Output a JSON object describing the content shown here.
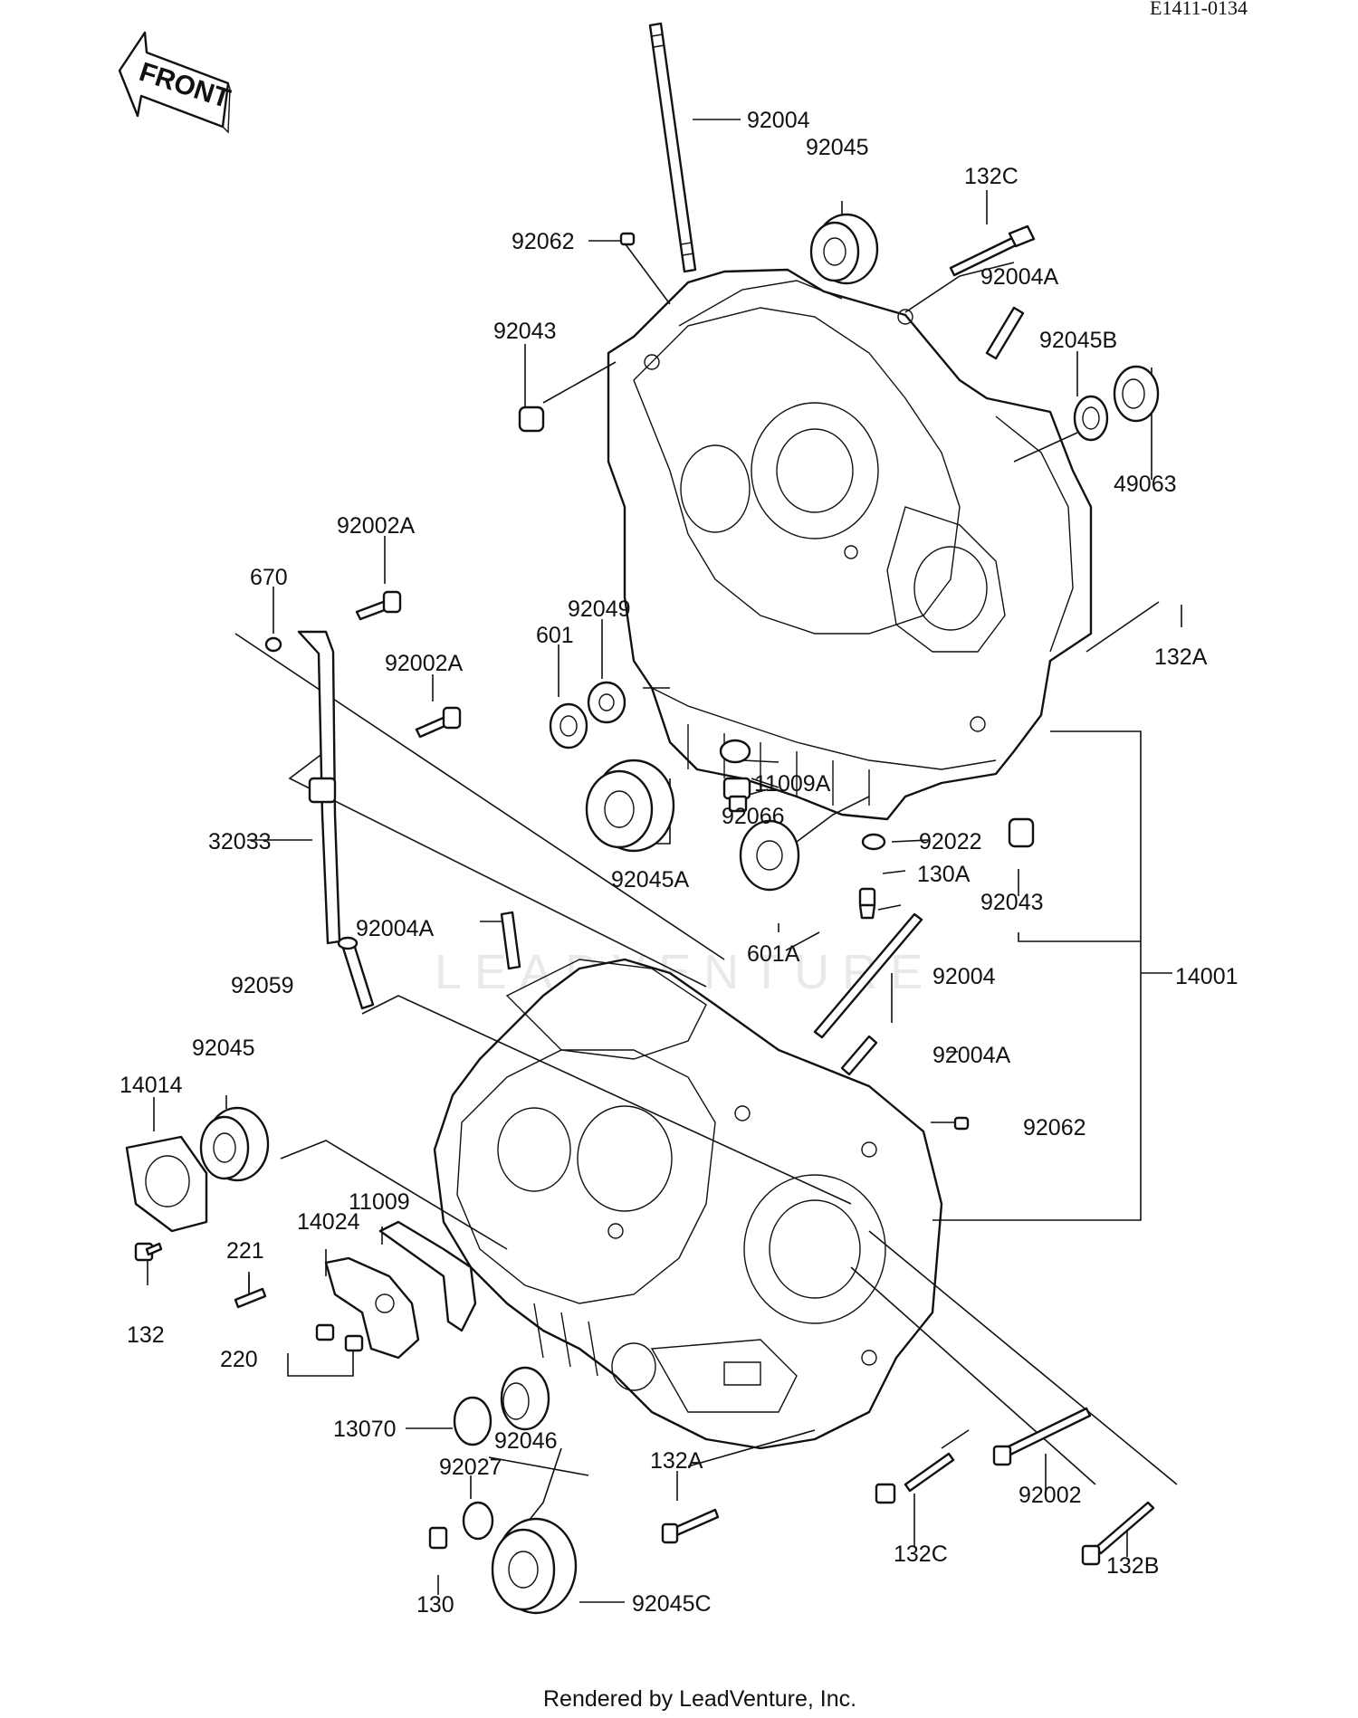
{
  "diagram_code": "E1411-0134",
  "front_label": "FRONT",
  "footer": "Rendered by LeadVenture, Inc.",
  "watermark": "LEADVENTURE",
  "callouts": {
    "c92004_top": "92004",
    "c92045_top": "92045",
    "c132C_top": "132C",
    "c92062_top": "92062",
    "c92004A_top": "92004A",
    "c92043_top": "92043",
    "c92045B": "92045B",
    "c49063": "49063",
    "c92002A_1": "92002A",
    "c670": "670",
    "c92049": "92049",
    "c601": "601",
    "c92002A_2": "92002A",
    "c132A_right": "132A",
    "c11009A": "11009A",
    "c92066": "92066",
    "c32033": "32033",
    "c92022": "92022",
    "c92045A": "92045A",
    "c130A": "130A",
    "c92043_mid": "92043",
    "c601A": "601A",
    "c92004A_mid": "92004A",
    "c92004_mid": "92004",
    "c14001": "14001",
    "c92059": "92059",
    "c92045_left": "92045",
    "c92004A_low": "92004A",
    "c14014": "14014",
    "c92062_low": "92062",
    "c11009": "11009",
    "c14024": "14024",
    "c221": "221",
    "c132": "132",
    "c220": "220",
    "c13070": "13070",
    "c92046": "92046",
    "c92027": "92027",
    "c132A_low": "132A",
    "c92002": "92002",
    "c132C_low": "132C",
    "c130": "130",
    "c92045C": "92045C",
    "c132B": "132B"
  }
}
